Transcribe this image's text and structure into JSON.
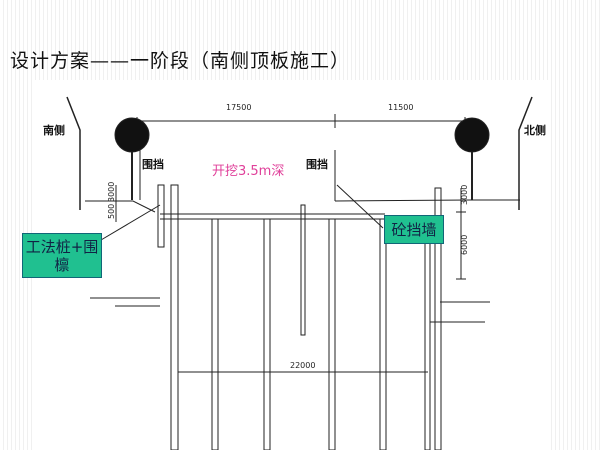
{
  "title": "设计方案——一阶段（南侧顶板施工）",
  "labels": {
    "south": "南侧",
    "north": "北侧",
    "fence_left": "围挡",
    "fence_right": "围挡",
    "excavation": "开挖3.5m深"
  },
  "dimensions": {
    "top_left": "17500",
    "top_right": "11500",
    "bottom": "22000",
    "right_upper": "3000",
    "right_lower": "6000",
    "left_upper": "3000",
    "left_lower": "500"
  },
  "callouts": {
    "pile": "工法桩+围檩",
    "wall": "砼挡墙"
  },
  "colors": {
    "callout": "#20c090",
    "excavation": "#e0409a"
  }
}
